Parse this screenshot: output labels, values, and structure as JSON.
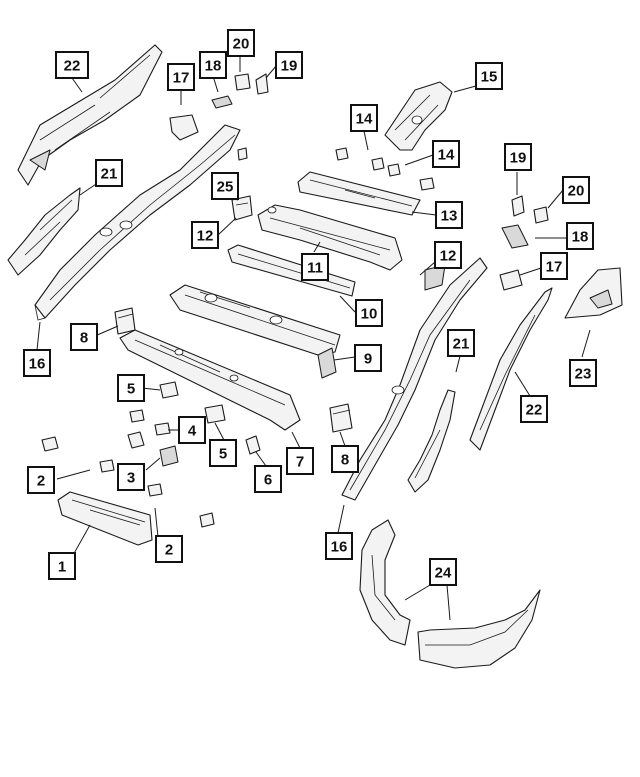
{
  "callouts": [
    {
      "label": "22"
    },
    {
      "label": "17"
    },
    {
      "label": "18"
    },
    {
      "label": "20"
    },
    {
      "label": "19"
    },
    {
      "label": "15"
    },
    {
      "label": "14"
    },
    {
      "label": "14"
    },
    {
      "label": "21"
    },
    {
      "label": "25"
    },
    {
      "label": "12"
    },
    {
      "label": "13"
    },
    {
      "label": "19"
    },
    {
      "label": "20"
    },
    {
      "label": "18"
    },
    {
      "label": "12"
    },
    {
      "label": "11"
    },
    {
      "label": "17"
    },
    {
      "label": "10"
    },
    {
      "label": "8"
    },
    {
      "label": "16"
    },
    {
      "label": "21"
    },
    {
      "label": "23"
    },
    {
      "label": "9"
    },
    {
      "label": "5"
    },
    {
      "label": "22"
    },
    {
      "label": "4"
    },
    {
      "label": "8"
    },
    {
      "label": "3"
    },
    {
      "label": "5"
    },
    {
      "label": "7"
    },
    {
      "label": "6"
    },
    {
      "label": "2"
    },
    {
      "label": "2"
    },
    {
      "label": "16"
    },
    {
      "label": "1"
    },
    {
      "label": "24"
    }
  ]
}
